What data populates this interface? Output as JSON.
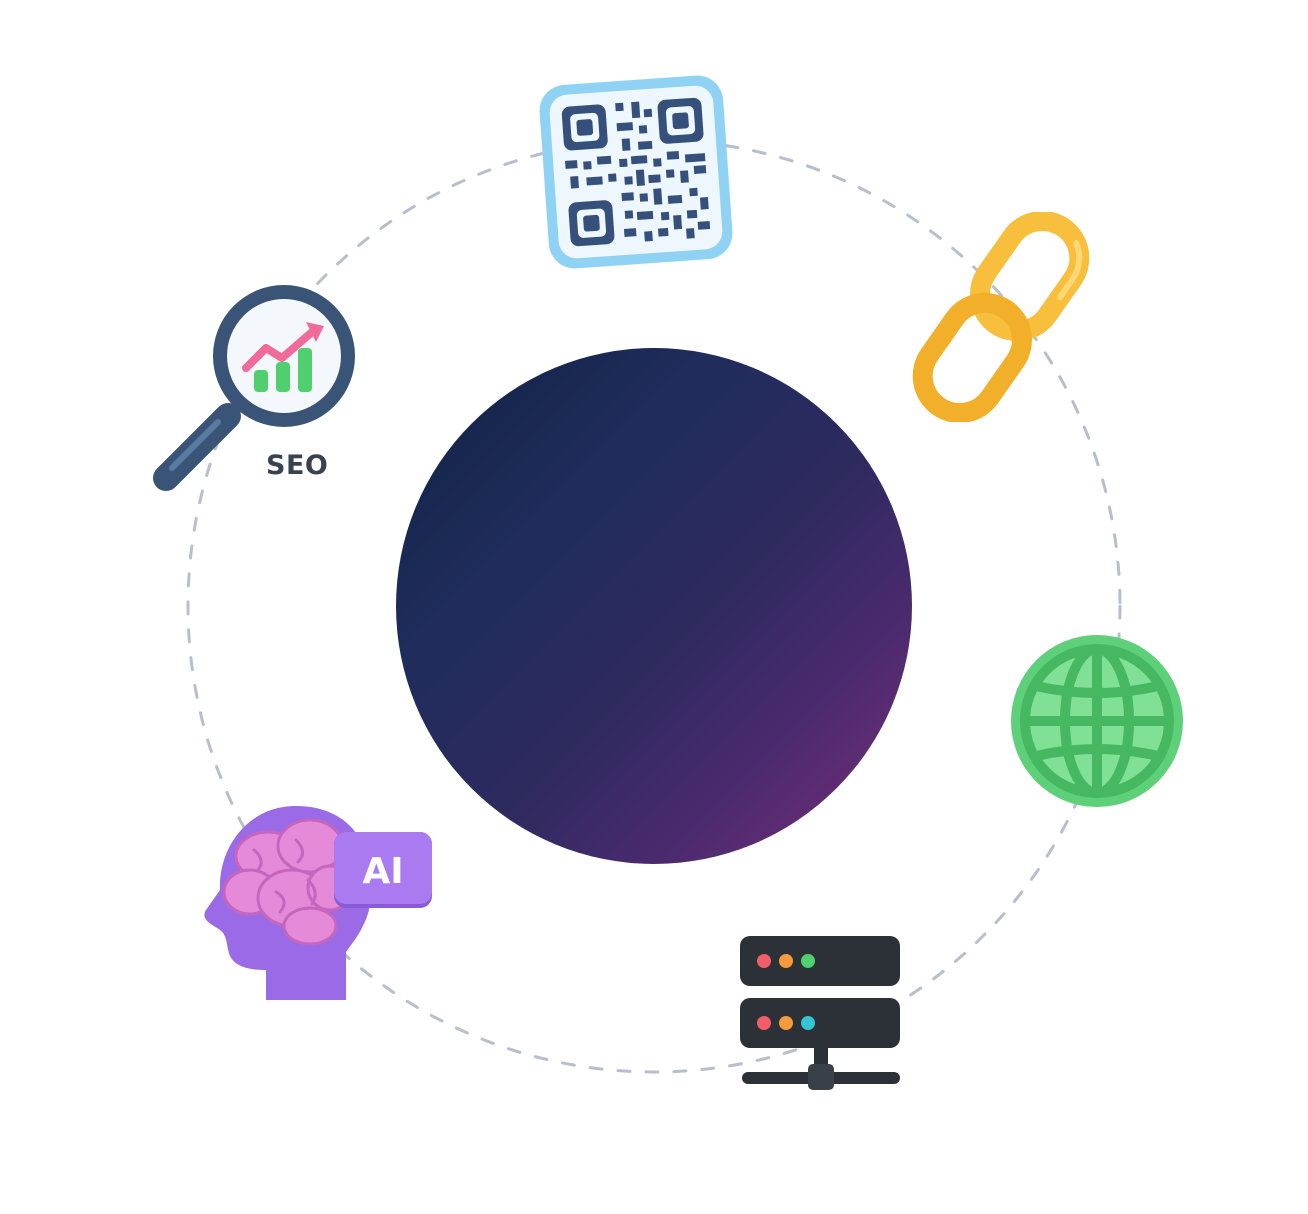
{
  "nodes": {
    "center": {
      "icon": "gradient-circle"
    },
    "qr_code": {
      "icon": "qr-code-icon"
    },
    "link": {
      "icon": "chain-link-icon"
    },
    "globe": {
      "icon": "globe-icon"
    },
    "server": {
      "icon": "server-icon"
    },
    "ai": {
      "icon": "ai-brain-head-icon",
      "label": "AI"
    },
    "seo": {
      "icon": "magnifier-chart-icon",
      "label": "SEO"
    }
  },
  "colors": {
    "orbit_dash": "#b7bfcc",
    "qr_frame": "#8fd2f4",
    "qr_modules": "#35507a",
    "chain": "#f7bf3c",
    "globe": "#5fd07a",
    "server": "#2c3138",
    "ai_head": "#9b6ae6",
    "ai_brain": "#e58ad8",
    "seo_handle": "#3a5478",
    "seo_chart_arrow": "#f06a9a",
    "seo_chart_bars": "#4fcf6e"
  }
}
